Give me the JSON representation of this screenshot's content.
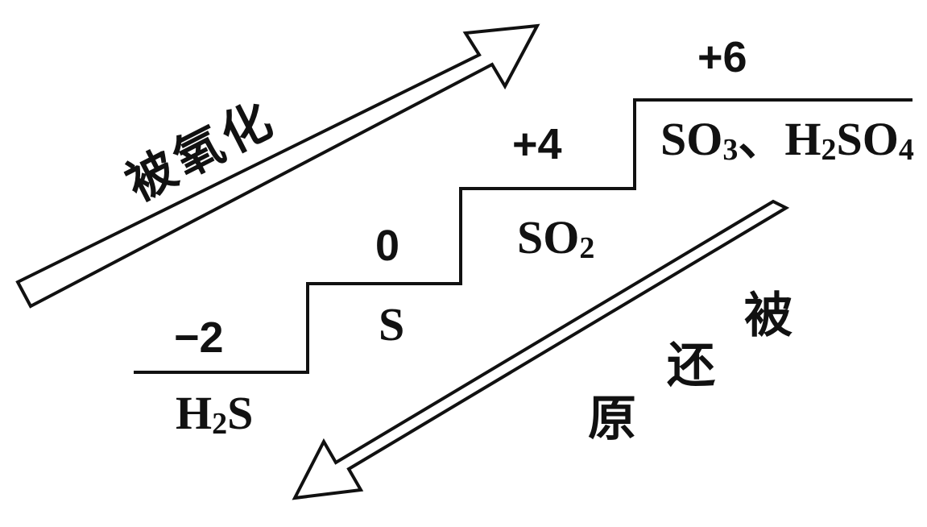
{
  "states": [
    {
      "value": "−2",
      "species": [
        {
          "t": "H"
        },
        {
          "t": "2",
          "sub": true
        },
        {
          "t": "S"
        }
      ]
    },
    {
      "value": "0",
      "species": [
        {
          "t": "S"
        }
      ]
    },
    {
      "value": "+4",
      "species": [
        {
          "t": "SO"
        },
        {
          "t": "2",
          "sub": true
        }
      ]
    },
    {
      "value": "+6",
      "species": [
        {
          "t": "SO"
        },
        {
          "t": "3",
          "sub": true
        },
        {
          "t": "、H"
        },
        {
          "t": "2",
          "sub": true
        },
        {
          "t": "SO"
        },
        {
          "t": "4",
          "sub": true
        }
      ]
    }
  ],
  "oxidized_label": "被氧化",
  "reduced_label_chars": [
    "被",
    "还",
    "原"
  ],
  "colors": {
    "stroke": "#111111",
    "background": "#ffffff"
  }
}
